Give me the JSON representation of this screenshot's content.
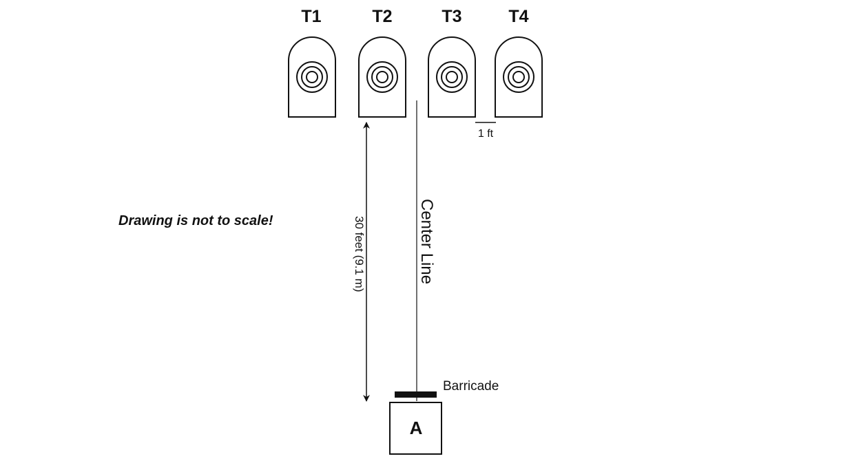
{
  "targets": [
    {
      "label": "T1"
    },
    {
      "label": "T2"
    },
    {
      "label": "T3"
    },
    {
      "label": "T4"
    }
  ],
  "spacing_label": "1 ft",
  "note": "Drawing is not to scale!",
  "distance_label": "30 feet (9.1 m)",
  "center_line_label": "Center Line",
  "barricade_label": "Barricade",
  "position_label": "A"
}
